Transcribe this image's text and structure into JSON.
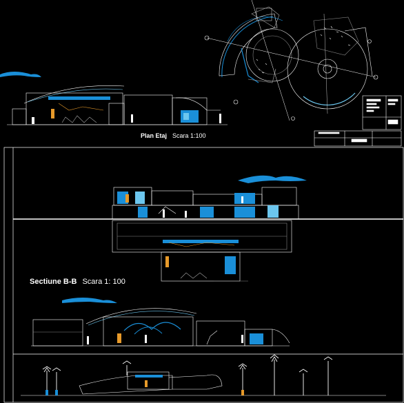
{
  "drawing": {
    "plan_label": {
      "name": "Plan Etaj",
      "scale": "Scara 1:100"
    },
    "section_label": {
      "name": "Sectiune B-B",
      "scale": "Scara 1: 100"
    }
  },
  "colors": {
    "background": "#000000",
    "line": "#ffffff",
    "accent_blue": "#1a8fd8",
    "light_blue": "#6cc6ee",
    "orange": "#e79a2a",
    "grey": "#8a8a8a"
  }
}
